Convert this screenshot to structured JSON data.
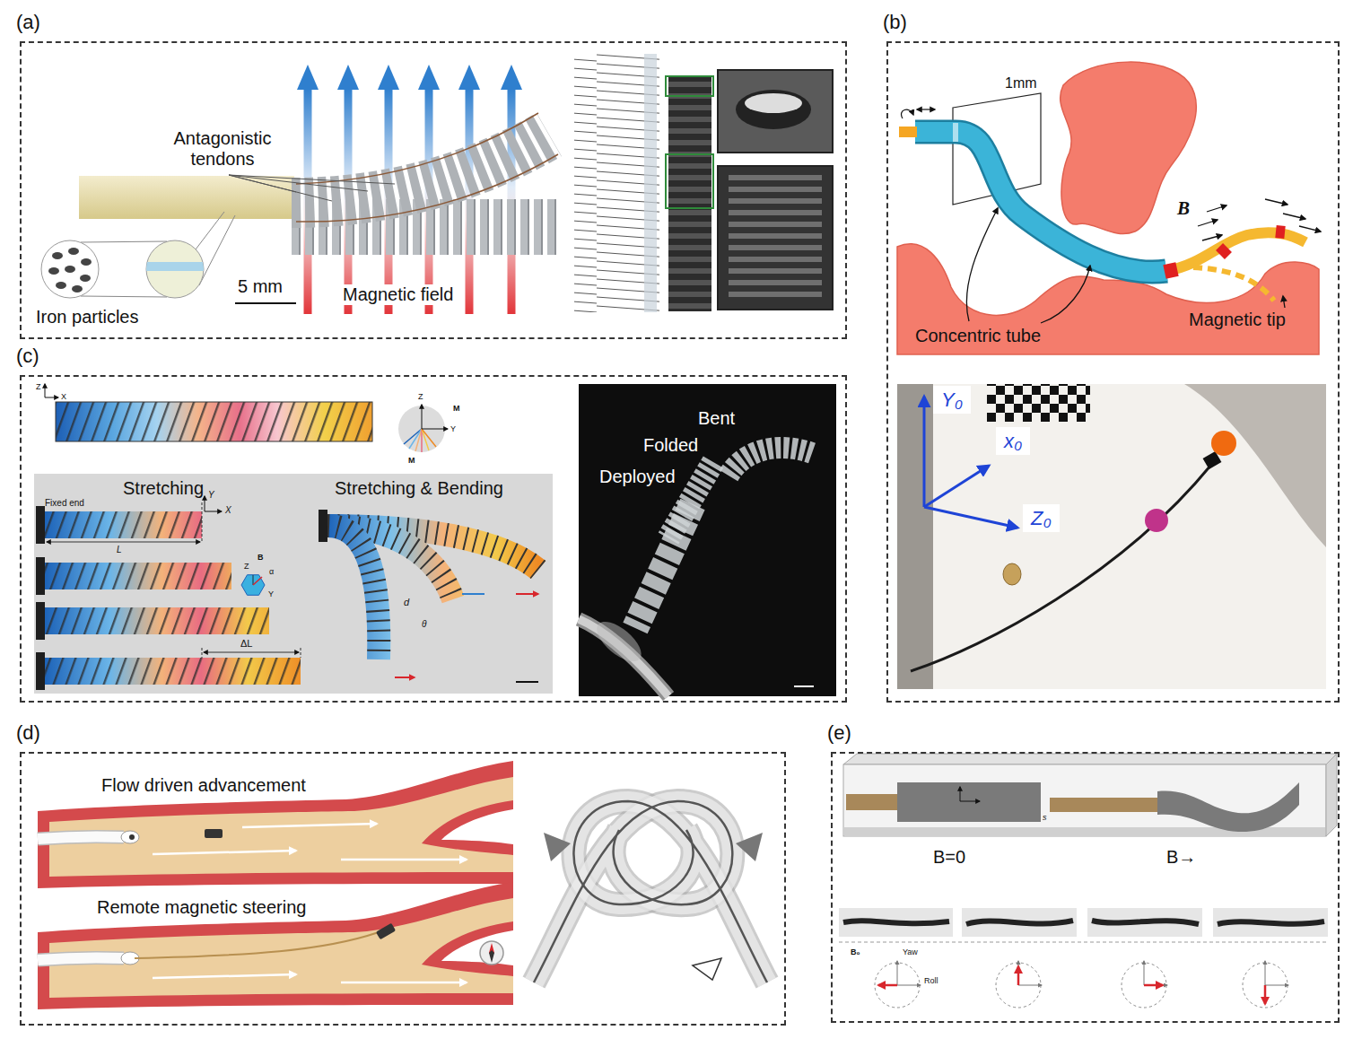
{
  "diagram": {
    "nodes": [
      {
        "text": [
          "(a)"
        ]
      },
      {
        "text": [
          "(b)"
        ]
      },
      {
        "text": [
          "Y₀"
        ],
        "in": 1
      },
      {
        "text": [
          "x₀"
        ],
        "in": 1
      },
      {
        "text": [
          "Z₀"
        ],
        "in": 1
      },
      {
        "text": [
          "(c)"
        ]
      },
      {
        "text": [
          "Bent",
          "Folded",
          "Deployed"
        ],
        "in": 5
      },
      {
        "text": [
          "(d)"
        ]
      },
      {
        "text": [
          "(e)"
        ]
      }
    ],
    "labels": [
      "Antagonistic tendons",
      "Iron particles",
      "5 mm",
      "Magnetic field",
      "1mm",
      "B",
      "Concentric tube",
      "Magnetic tip",
      "Z",
      "X",
      "Z",
      "Y",
      "Stretching",
      "Stretching & Bending",
      "Fixed end",
      "Y",
      "X",
      "L",
      "Z",
      "B",
      "α",
      "Y",
      "ΔL",
      "d",
      "θ",
      "Flow driven advancement",
      "Remote magnetic steering",
      "B=0",
      "B→",
      "s",
      "B₀",
      "Yaw",
      "Roll",
      "M",
      "M"
    ]
  }
}
